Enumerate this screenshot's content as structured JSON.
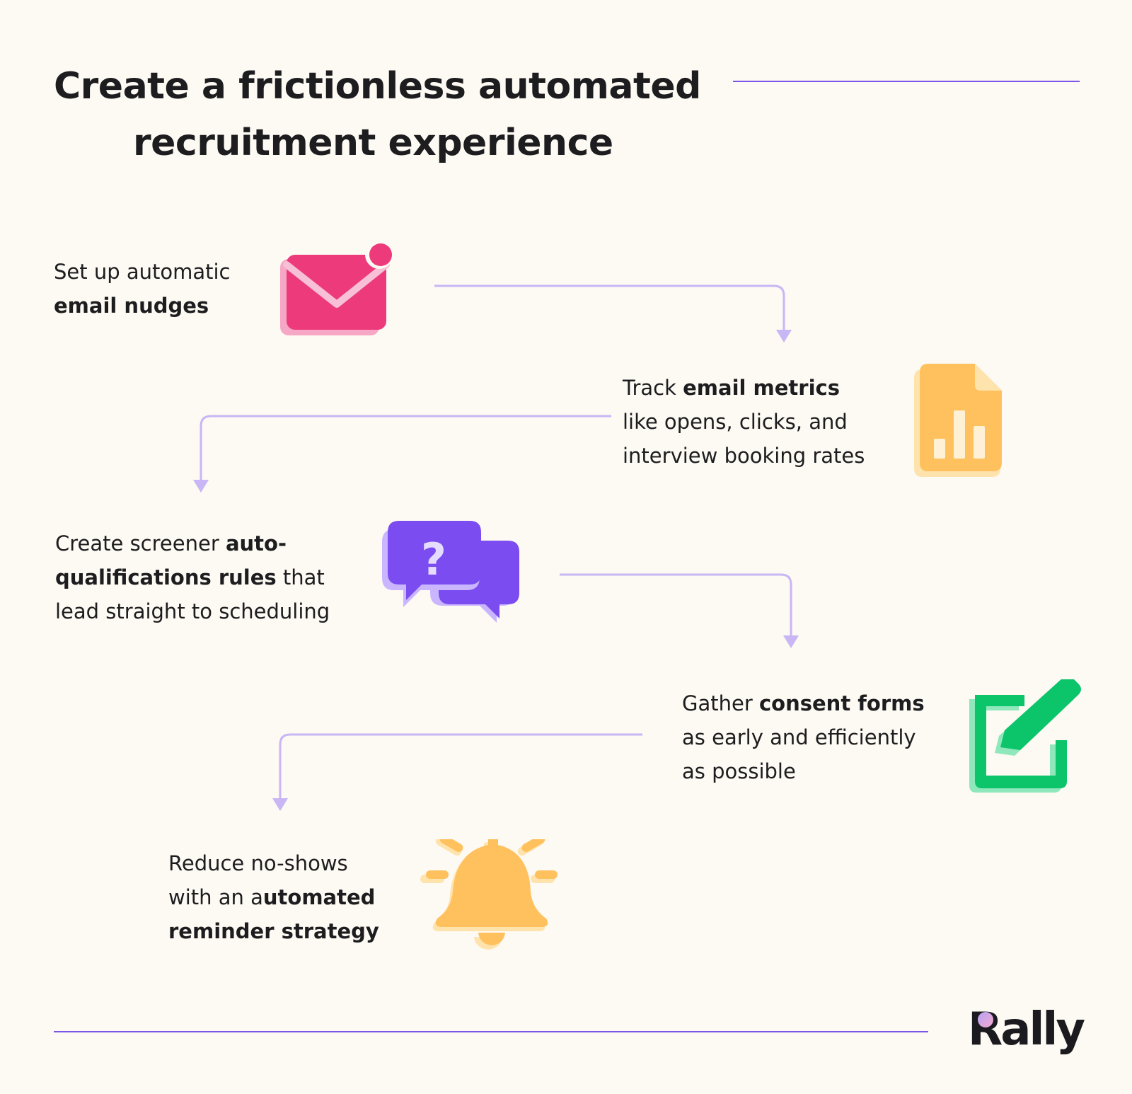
{
  "title": {
    "line1": "Create a frictionless automated",
    "line2": "recruitment experience"
  },
  "steps": [
    {
      "lines": [
        [
          {
            "t": "Set up automatic",
            "b": false
          }
        ],
        [
          {
            "t": "email nudges",
            "b": true
          }
        ]
      ],
      "icon": "envelope-notification-icon",
      "color": "#ec3a7b"
    },
    {
      "lines": [
        [
          {
            "t": "Track ",
            "b": false
          },
          {
            "t": "email metrics",
            "b": true
          }
        ],
        [
          {
            "t": "like opens, clicks, and",
            "b": false
          }
        ],
        [
          {
            "t": "interview booking rates",
            "b": false
          }
        ]
      ],
      "icon": "bar-chart-document-icon",
      "color": "#ffc15e"
    },
    {
      "lines": [
        [
          {
            "t": "Create screener ",
            "b": false
          },
          {
            "t": "auto-",
            "b": true
          }
        ],
        [
          {
            "t": "qualifications rules",
            "b": true
          },
          {
            "t": " that",
            "b": false
          }
        ],
        [
          {
            "t": "lead straight to scheduling",
            "b": false
          }
        ]
      ],
      "icon": "question-chat-bubbles-icon",
      "color": "#7b4cf0"
    },
    {
      "lines": [
        [
          {
            "t": "Gather ",
            "b": false
          },
          {
            "t": "consent forms",
            "b": true
          }
        ],
        [
          {
            "t": "as early and efficiently",
            "b": false
          }
        ],
        [
          {
            "t": "as possible",
            "b": false
          }
        ]
      ],
      "icon": "edit-form-pencil-icon",
      "color": "#0cc46a"
    },
    {
      "lines": [
        [
          {
            "t": "Reduce no-shows",
            "b": false
          }
        ],
        [
          {
            "t": "with an a",
            "b": false
          },
          {
            "t": "utomated",
            "b": true
          }
        ],
        [
          {
            "t": "reminder strategy",
            "b": true
          }
        ]
      ],
      "icon": "bell-icon",
      "color": "#ffc15e"
    }
  ],
  "connector_color": "#c8b6f5",
  "accent_color": "#7b55e8",
  "logo": {
    "text": "Rally"
  }
}
